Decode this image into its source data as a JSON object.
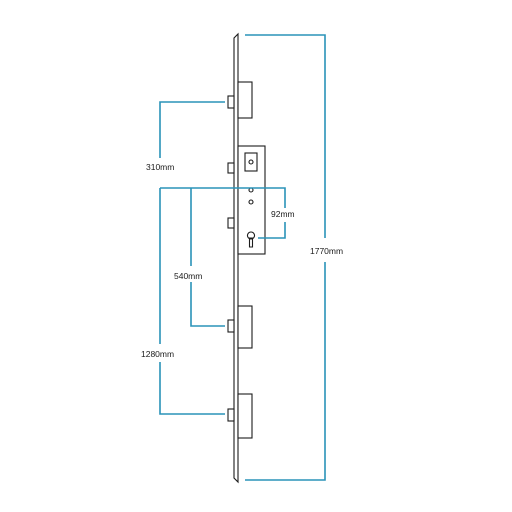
{
  "diagram": {
    "colors": {
      "dimension": "#2a93b8",
      "outline": "#1c1c1c",
      "background": "#ffffff"
    },
    "dimensions": {
      "d310": "310mm",
      "d92": "92mm",
      "d540": "540mm",
      "d1280": "1280mm",
      "d1770": "1770mm"
    }
  }
}
